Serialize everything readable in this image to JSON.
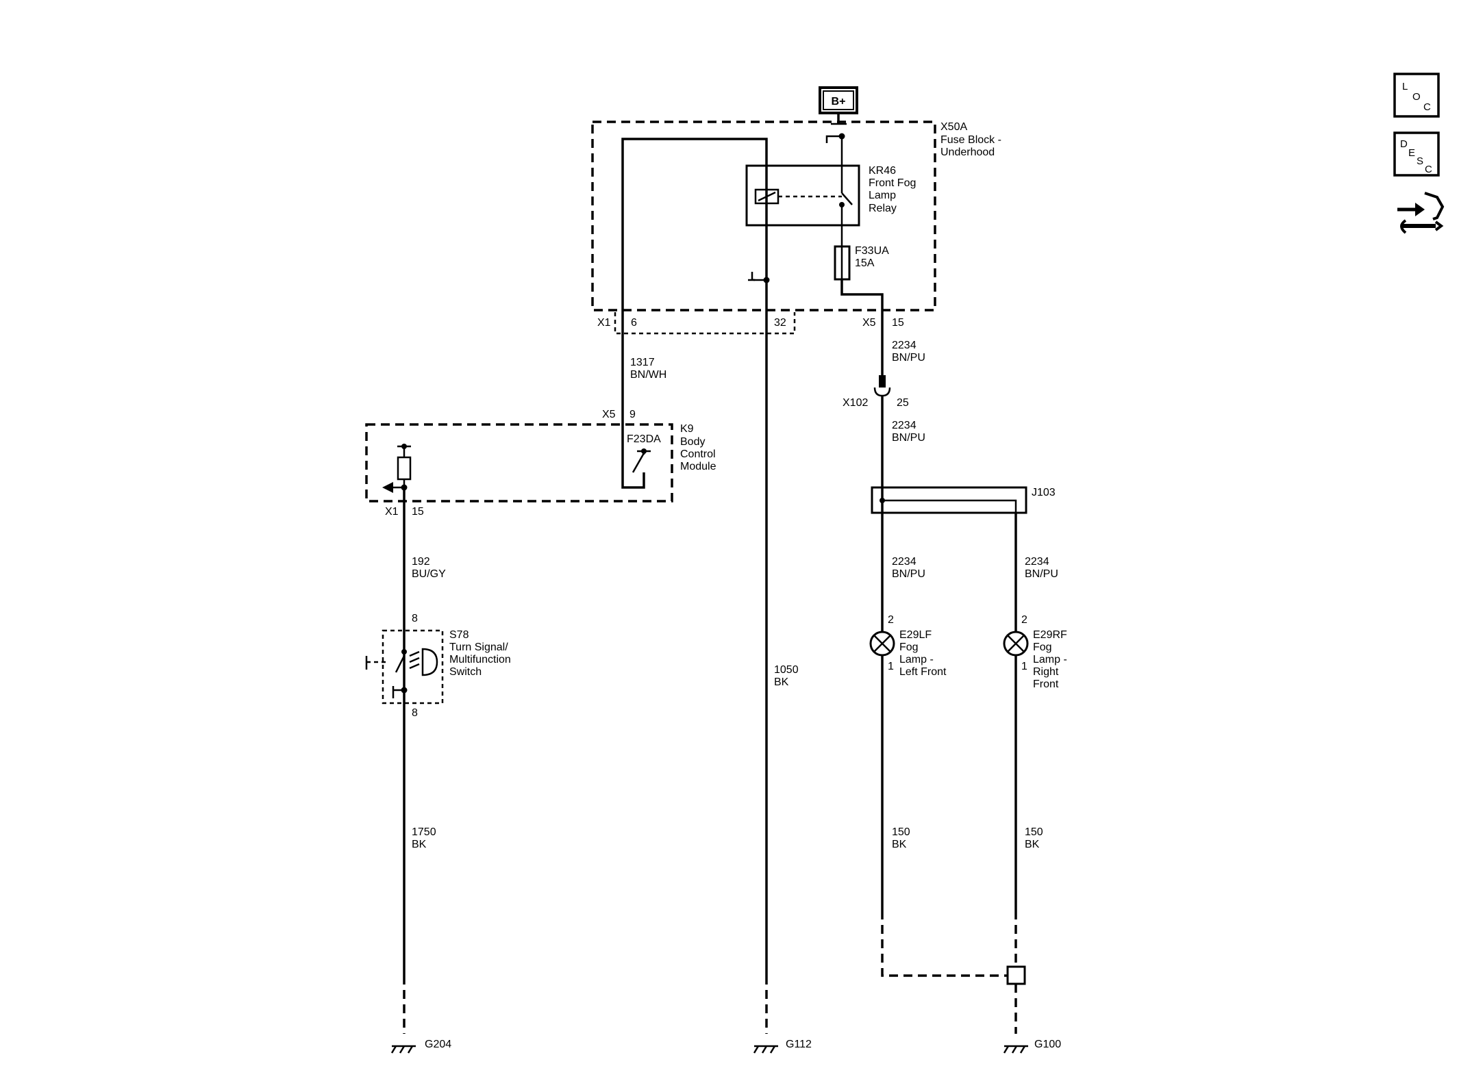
{
  "supply": {
    "label": "B+"
  },
  "modules": {
    "fuse_block": {
      "ref": "X50A",
      "name_lines": [
        "Fuse Block -",
        "Underhood"
      ]
    },
    "relay": {
      "ref": "KR46",
      "name_lines": [
        "Front Fog",
        "Lamp",
        "Relay"
      ]
    },
    "fuse": {
      "ref": "F33UA",
      "rating": "15A"
    },
    "bcm": {
      "ref": "K9",
      "name_lines": [
        "Body",
        "Control",
        "Module"
      ],
      "output": "F23DA"
    },
    "switch": {
      "ref": "S78",
      "name_lines": [
        "Turn Signal/",
        "Multifunction",
        "Switch"
      ]
    },
    "splice": {
      "ref": "J103"
    },
    "lamp_left": {
      "ref": "E29LF",
      "name_lines": [
        "Fog",
        "Lamp -",
        "Left Front"
      ]
    },
    "lamp_right": {
      "ref": "E29RF",
      "name_lines": [
        "Fog",
        "Lamp -",
        "Right",
        "Front"
      ]
    }
  },
  "connectors": {
    "fb_x1": {
      "conn": "X1",
      "pin_a": "6",
      "pin_b": "32"
    },
    "fb_x5": {
      "conn": "X5",
      "pin": "15"
    },
    "inline_x102": {
      "conn": "X102",
      "pin": "25"
    },
    "bcm_x5": {
      "conn": "X5",
      "pin": "9"
    },
    "bcm_x1": {
      "conn": "X1",
      "pin": "15"
    },
    "switch_pin_top": "8",
    "switch_pin_bottom": "8",
    "lamp_left_pin_top": "2",
    "lamp_left_pin_bottom": "1",
    "lamp_right_pin_top": "2",
    "lamp_right_pin_bottom": "1"
  },
  "wires": [
    {
      "id": "w1317",
      "circuit": "1317",
      "color": "BN/WH"
    },
    {
      "id": "w2234a",
      "circuit": "2234",
      "color": "BN/PU"
    },
    {
      "id": "w2234b",
      "circuit": "2234",
      "color": "BN/PU"
    },
    {
      "id": "w192",
      "circuit": "192",
      "color": "BU/GY"
    },
    {
      "id": "w1750",
      "circuit": "1750",
      "color": "BK"
    },
    {
      "id": "w1050",
      "circuit": "1050",
      "color": "BK"
    },
    {
      "id": "w2234c",
      "circuit": "2234",
      "color": "BN/PU"
    },
    {
      "id": "w2234d",
      "circuit": "2234",
      "color": "BN/PU"
    },
    {
      "id": "w150a",
      "circuit": "150",
      "color": "BK"
    },
    {
      "id": "w150b",
      "circuit": "150",
      "color": "BK"
    }
  ],
  "grounds": [
    "G204",
    "G112",
    "G100"
  ],
  "side_icons": {
    "loc": {
      "letters": [
        "L",
        "O",
        "C"
      ]
    },
    "desc": {
      "letters": [
        "D",
        "E",
        "S",
        "C"
      ]
    },
    "tool_icon": "connector-wrench-icon"
  }
}
